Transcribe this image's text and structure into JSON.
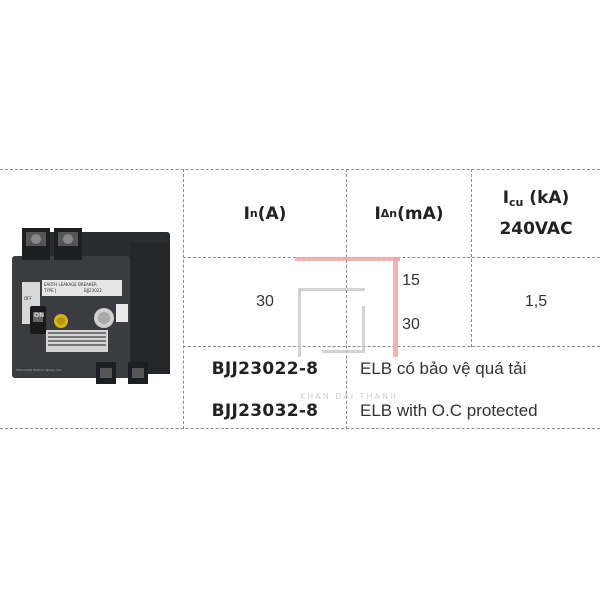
{
  "table": {
    "headers": {
      "in_main": "I",
      "in_sub": "n",
      "in_unit": " (A)",
      "idn_main": "I",
      "idn_sub": "Δn",
      "idn_unit": " (mA)",
      "icu_main": "I",
      "icu_sub": "cu",
      "icu_unit": " (kA)",
      "icu_voltage": "240VAC"
    },
    "values": {
      "rated_current": "30",
      "sensitivity_1": "15",
      "sensitivity_2": "30",
      "breaking_capacity": "1,5"
    },
    "models": [
      {
        "code": "BJJ23022-8",
        "description": "ELB có bảo vệ quá tải"
      },
      {
        "code": "BJJ23032-8",
        "description": "ELB with O.C protected"
      }
    ]
  },
  "product_image": {
    "labels": {
      "brand_top": "EARTH LEAKAGE BREAKER",
      "type_line": "TYPE J",
      "on_label": "ON",
      "off_label": "OFF",
      "model_small": "BJJ23022",
      "maker": "Matsushita Electric Works, Ltd."
    }
  },
  "watermark": {
    "text": "KHAN DAI THANH"
  }
}
